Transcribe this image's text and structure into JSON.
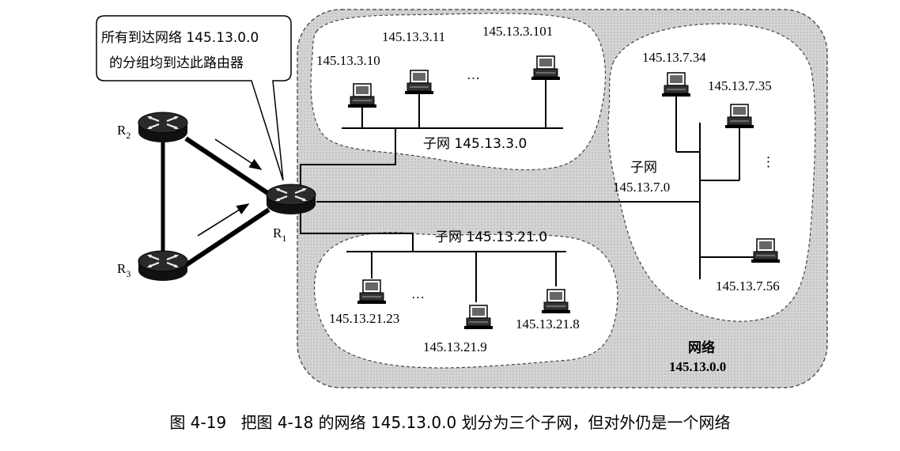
{
  "callout": {
    "line1": "所有到达网络 145.13.0.0",
    "line2": "的分组均到达此路由器"
  },
  "routers": {
    "r1": {
      "letter": "R",
      "sub": "1"
    },
    "r2": {
      "letter": "R",
      "sub": "2"
    },
    "r3": {
      "letter": "R",
      "sub": "3"
    }
  },
  "subnet_3": {
    "name": "子网 145.13.3.0",
    "hosts": [
      "145.13.3.10",
      "145.13.3.11",
      "145.13.3.101"
    ],
    "ellipsis": "…"
  },
  "subnet_7": {
    "name_line1": "子网",
    "name_line2": "145.13.7.0",
    "hosts": [
      "145.13.7.34",
      "145.13.7.35",
      "145.13.7.56"
    ],
    "ellipsis": "⋮"
  },
  "subnet_21": {
    "name": "子网 145.13.21.0",
    "hosts": [
      "145.13.21.23",
      "145.13.21.9",
      "145.13.21.8"
    ],
    "ellipsis": "…"
  },
  "network": {
    "label_line1": "网络",
    "label_line2": "145.13.0.0"
  },
  "caption": {
    "number": "图 4-19",
    "text": "把图 4-18 的网络 145.13.0.0 划分为三个子网，但对外仍是一个网络"
  },
  "colors": {
    "network_fill": "#cfcfcf",
    "subnet_fill": "#ffffff",
    "router_body": "#1a1a1a"
  }
}
